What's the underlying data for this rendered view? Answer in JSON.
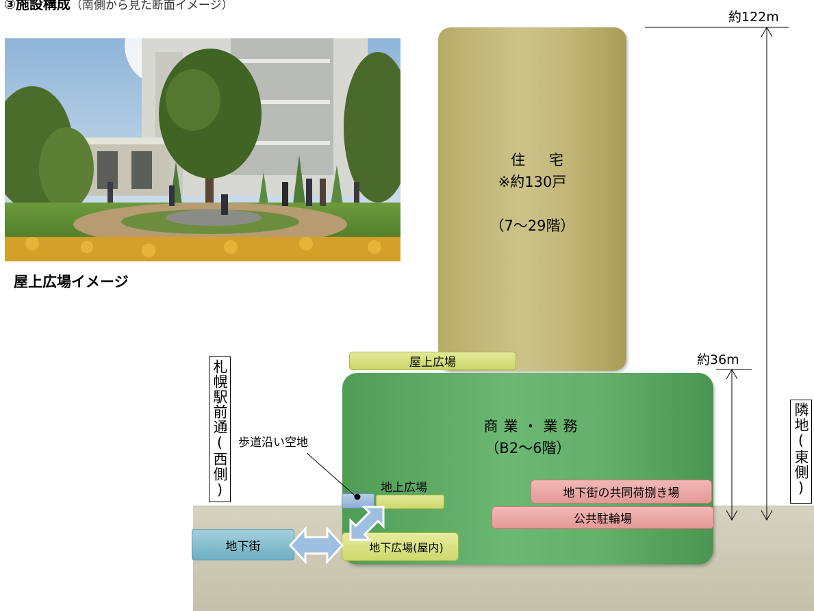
{
  "header": {
    "title": "③施設構成",
    "subtitle": "（南側から見た断面イメージ）"
  },
  "photo": {
    "caption": "屋上広場イメージ"
  },
  "tower": {
    "name": "住 宅",
    "units": "※約130戸",
    "floors": "（7～29階）",
    "color": "#c7bb78"
  },
  "podium": {
    "name": "商業・業務",
    "floors": "（B2～6階）",
    "color": "#63b06b"
  },
  "facilities": {
    "roof_plaza": "屋上広場",
    "ground_plaza": "地上広場",
    "sidewalk_space": "歩道沿い空地",
    "loading_area": "地下街の共同荷捌き場",
    "bicycle_parking": "公共駐輪場",
    "underground_plaza": "地下広場(屋内)",
    "underground_mall": "地下街"
  },
  "sides": {
    "west": "札幌駅前通(西側)",
    "east": "隣地(東側)"
  },
  "heights": {
    "total": "約122m",
    "podium": "約36m"
  }
}
